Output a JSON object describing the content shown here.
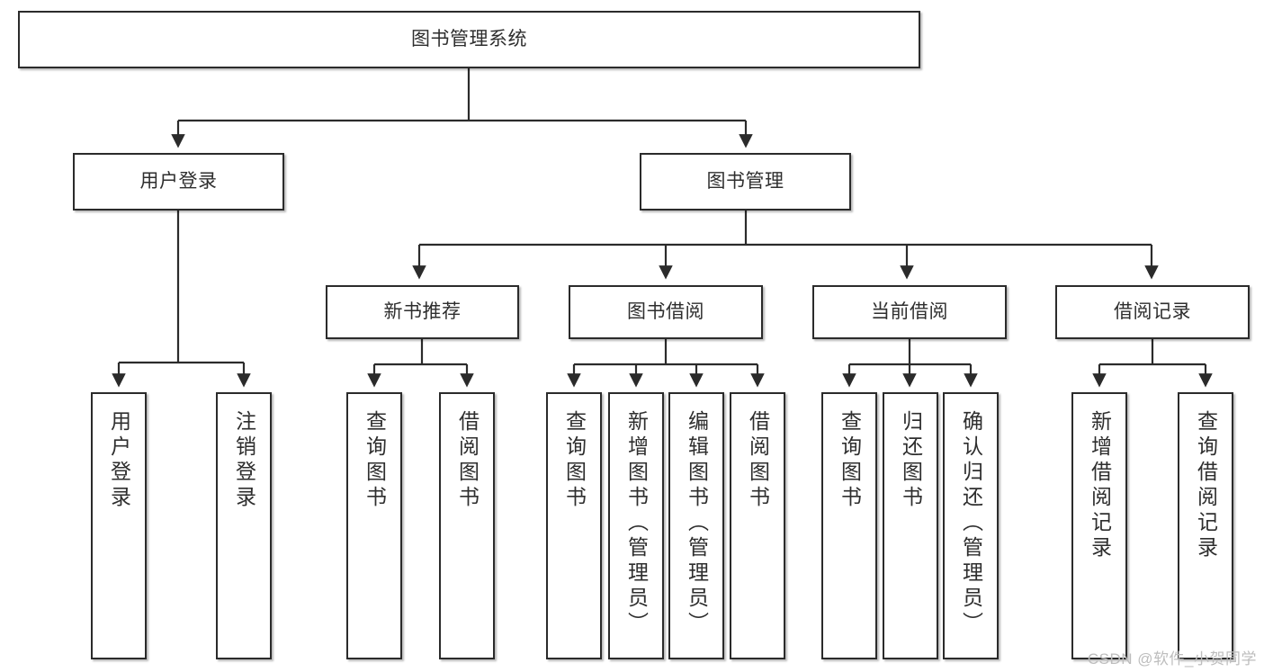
{
  "diagram": {
    "type": "tree-hierarchy",
    "title": "图书管理系统",
    "watermark": "CSDN @软件_小贺同学",
    "style": {
      "box_fill": "#ffffff",
      "box_stroke": "#2b2b2b",
      "connector_stroke": "#2b2b2b",
      "text_color": "#2e2e2e",
      "watermark_color": "#bdbdbd"
    },
    "nodes": {
      "root": {
        "label": "图书管理系统"
      },
      "level2": [
        {
          "id": "user-login",
          "label": "用户登录"
        },
        {
          "id": "book-management",
          "label": "图书管理"
        }
      ],
      "level3": [
        {
          "id": "new-book-recommend",
          "label": "新书推荐"
        },
        {
          "id": "book-borrow",
          "label": "图书借阅"
        },
        {
          "id": "current-borrow",
          "label": "当前借阅"
        },
        {
          "id": "borrow-record",
          "label": "借阅记录"
        }
      ],
      "leaves": {
        "user_login": [
          {
            "id": "leaf-user-login",
            "label": "用户登录"
          },
          {
            "id": "leaf-logout-login",
            "label": "注销登录"
          }
        ],
        "new_book_recommend": [
          {
            "id": "leaf-query-book-1",
            "label": "查询图书"
          },
          {
            "id": "leaf-borrow-book-1",
            "label": "借阅图书"
          }
        ],
        "book_borrow": [
          {
            "id": "leaf-query-book-2",
            "label": "查询图书"
          },
          {
            "id": "leaf-add-book",
            "label": "新增图书（管理员）"
          },
          {
            "id": "leaf-edit-book",
            "label": "编辑图书（管理员）"
          },
          {
            "id": "leaf-borrow-book-2",
            "label": "借阅图书"
          }
        ],
        "current_borrow": [
          {
            "id": "leaf-query-book-3",
            "label": "查询图书"
          },
          {
            "id": "leaf-return-book",
            "label": "归还图书"
          },
          {
            "id": "leaf-confirm-return",
            "label": "确认归还（管理员）"
          }
        ],
        "borrow_record": [
          {
            "id": "leaf-add-record",
            "label": "新增借阅记录"
          },
          {
            "id": "leaf-query-record",
            "label": "查询借阅记录"
          }
        ]
      }
    }
  }
}
